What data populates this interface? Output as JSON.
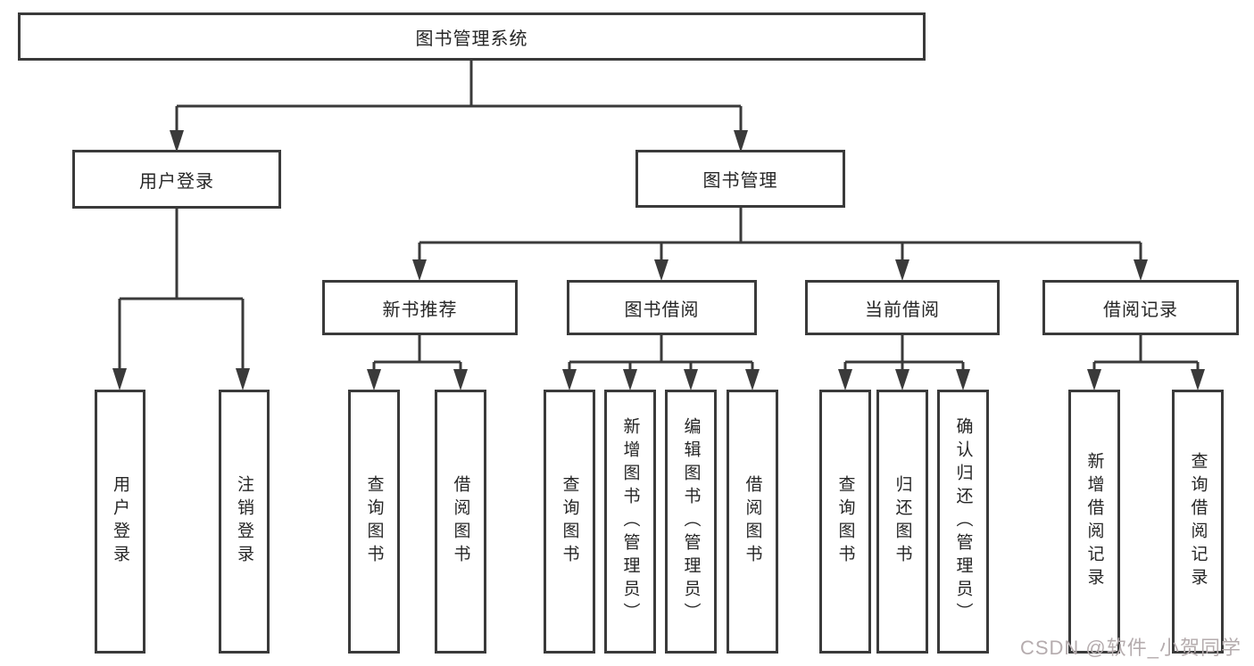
{
  "diagram": {
    "root": {
      "label": "图书管理系统"
    },
    "branches": [
      {
        "label": "用户登录",
        "children": [
          {
            "label": "用户登录"
          },
          {
            "label": "注销登录"
          }
        ]
      },
      {
        "label": "图书管理",
        "children": [
          {
            "label": "新书推荐",
            "children": [
              {
                "label": "查询图书"
              },
              {
                "label": "借阅图书"
              }
            ]
          },
          {
            "label": "图书借阅",
            "children": [
              {
                "label": "查询图书"
              },
              {
                "label": "新增图书（管理员）"
              },
              {
                "label": "编辑图书（管理员）"
              },
              {
                "label": "借阅图书"
              }
            ]
          },
          {
            "label": "当前借阅",
            "children": [
              {
                "label": "查询图书"
              },
              {
                "label": "归还图书"
              },
              {
                "label": "确认归还（管理员）"
              }
            ]
          },
          {
            "label": "借阅记录",
            "children": [
              {
                "label": "新增借阅记录"
              },
              {
                "label": "查询借阅记录"
              }
            ]
          }
        ]
      }
    ]
  },
  "watermark": {
    "text": "CSDN @软件_小贺同学"
  },
  "colors": {
    "line": "#3a3a3a",
    "box_border": "#3a3a3a",
    "text": "#262626",
    "background": "#ffffff",
    "watermark": "#b5acae"
  }
}
